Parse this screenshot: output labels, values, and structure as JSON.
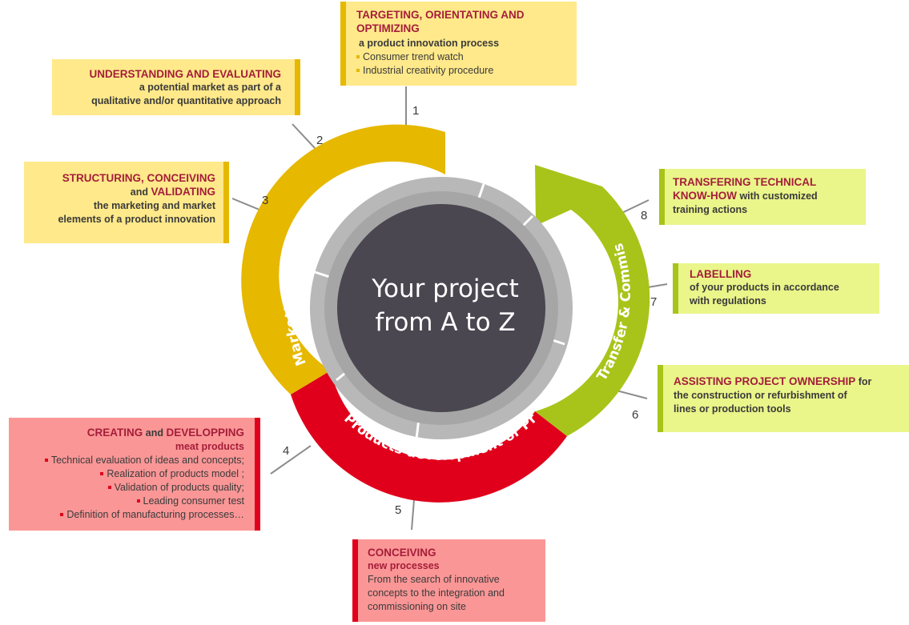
{
  "center": {
    "line1": "Your project",
    "line2": "from A to Z"
  },
  "arcs": {
    "marketing": "Marketing, Markets & Strategies",
    "products": "Products development or Processes",
    "transfer": "Transfer & Commissioning"
  },
  "numbers": [
    "1",
    "2",
    "3",
    "4",
    "5",
    "6",
    "7",
    "8"
  ],
  "boxes": {
    "b1": {
      "title1": "TARGETING, ORIENTATING AND",
      "title2": "OPTIMIZING",
      "sub": "a product innovation process",
      "items": [
        "Consumer trend watch",
        "Industrial creativity procedure"
      ]
    },
    "b2": {
      "title": "UNDERSTANDING AND EVALUATING",
      "line1": "a potential market as part of a",
      "line2": "qualitative and/or quantitative approach"
    },
    "b3": {
      "title": "STRUCTURING, CONCEIVING",
      "and": "and ",
      "title2": "VALIDATING",
      "line1": "the marketing and market",
      "line2": "elements of a product innovation"
    },
    "b4": {
      "title": "CREATING",
      "and": " and ",
      "title2": "DEVELOPPING",
      "sub": "meat products",
      "items": [
        "Technical evaluation of ideas and concepts;",
        "Realization of products model ;",
        "Validation of products quality;",
        "Leading consumer test",
        "Definition of manufacturing processes…"
      ]
    },
    "b5": {
      "title": "CONCEIVING",
      "sub": "new processes",
      "line1": "From the search of innovative",
      "line2": "concepts to the integration and",
      "line3": "commissioning on site"
    },
    "b6": {
      "title": "ASSISTING PROJECT OWNERSHIP",
      "rest": " for",
      "line1": "the construction or refurbishment of",
      "line2": "lines or production tools"
    },
    "b7": {
      "title": "LABELLING",
      "line1": "of your products in accordance",
      "line2": "with regulations"
    },
    "b8": {
      "title1": "TRANSFERING TECHNICAL",
      "title2": "KNOW-HOW",
      "rest": " with customized",
      "line1": "training actions"
    }
  },
  "colors": {
    "yellow": "#e6b800",
    "green": "#a8c41a",
    "red": "#e0001b",
    "center": "#4a4750",
    "ring": "#a6a6a6"
  }
}
